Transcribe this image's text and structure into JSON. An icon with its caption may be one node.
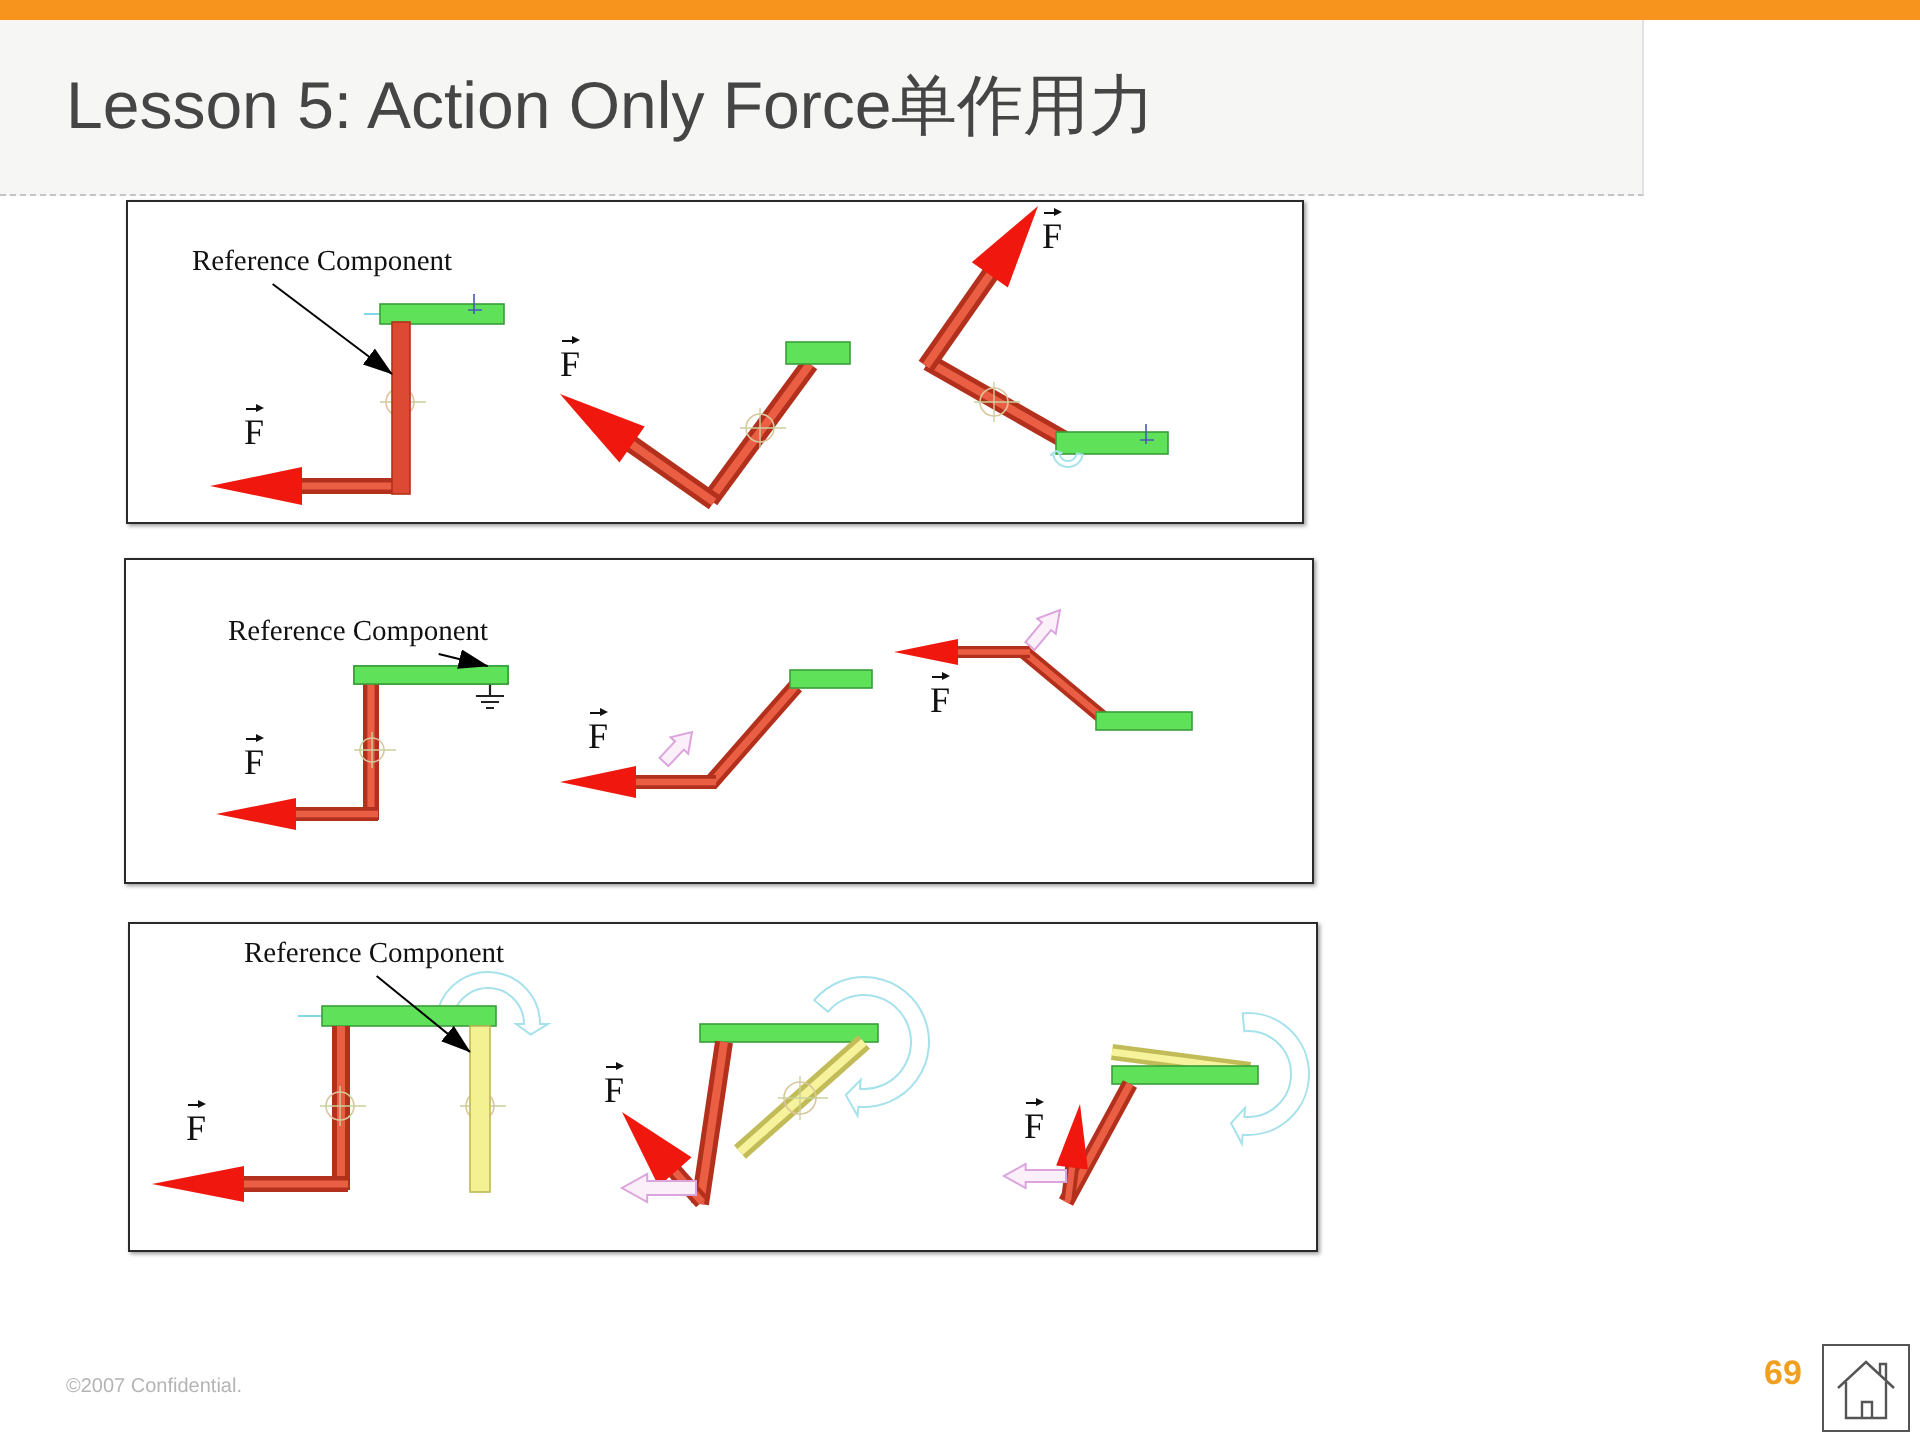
{
  "diagram": {
    "title": "Lesson 5: Action Only Force单作用力",
    "nodes": [
      {
        "text": [],
        "shape": "box"
      },
      {
        "text": [
          "Reference Component"
        ],
        "in": 0
      },
      {
        "text": [],
        "shape": "bar",
        "in": 0
      },
      {
        "text": [],
        "shape": "box"
      },
      {
        "text": [
          "Reference Component"
        ],
        "in": 3
      },
      {
        "text": [],
        "shape": "bar",
        "in": 3
      },
      {
        "text": [],
        "shape": "box"
      },
      {
        "text": [
          "Reference Component"
        ],
        "in": 6
      },
      {
        "text": [],
        "shape": "bar",
        "in": 6
      }
    ],
    "edges": [
      {
        "from": 1,
        "to": 2,
        "arrow": "to"
      },
      {
        "from": 4,
        "to": 5,
        "arrow": "to"
      },
      {
        "from": 7,
        "to": 8,
        "arrow": "to"
      }
    ],
    "labels": [
      "F",
      "F",
      "F",
      "F",
      "F",
      "F",
      "F",
      "F",
      "F",
      "©2007 Confidential.",
      "69"
    ]
  }
}
